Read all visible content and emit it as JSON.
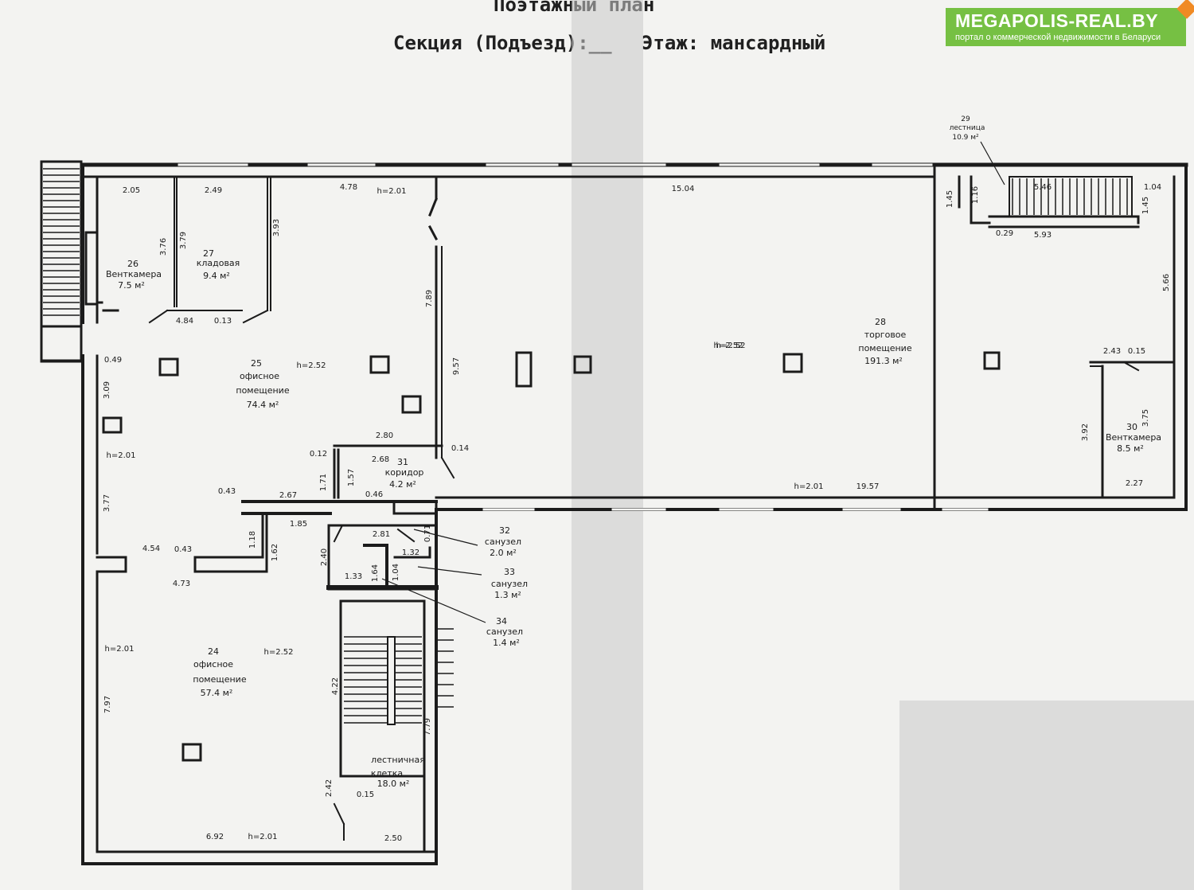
{
  "header": {
    "title": "Поэтажный план",
    "section_label": "Секция (Подъезд):__",
    "floor_label": "Этаж: мансардный"
  },
  "badge": {
    "brand": "MEGAPOLIS-REAL.BY",
    "tagline": "портал о коммерческой недвижимости в Беларуси",
    "color": "#76c043"
  },
  "rooms": [
    {
      "id": "r24",
      "number": "24",
      "name_l1": "офисное",
      "name_l2": "помещение",
      "area": "57.4 м²"
    },
    {
      "id": "r25",
      "number": "25",
      "name_l1": "офисное",
      "name_l2": "помещение",
      "area": "74.4 м²"
    },
    {
      "id": "r26",
      "number": "26",
      "name_l1": "Венткамера",
      "name_l2": "",
      "area": "7.5 м²"
    },
    {
      "id": "r27",
      "number": "27",
      "name_l1": "кладовая",
      "name_l2": "",
      "area": "9.4 м²"
    },
    {
      "id": "r28",
      "number": "28",
      "name_l1": "торговое",
      "name_l2": "помещение",
      "area": "191.3 м²"
    },
    {
      "id": "r29",
      "number": "29",
      "name_l1": "лестница",
      "name_l2": "",
      "area": "10.9 м²"
    },
    {
      "id": "r30",
      "number": "30",
      "name_l1": "Венткамера",
      "name_l2": "",
      "area": "8.5 м²"
    },
    {
      "id": "r31",
      "number": "31",
      "name_l1": "коридор",
      "name_l2": "",
      "area": "4.2 м²"
    },
    {
      "id": "r32",
      "number": "32",
      "name_l1": "санузел",
      "name_l2": "",
      "area": "2.0 м²"
    },
    {
      "id": "r33",
      "number": "33",
      "name_l1": "санузел",
      "name_l2": "",
      "area": "1.3 м²"
    },
    {
      "id": "r34",
      "number": "34",
      "name_l1": "санузел",
      "name_l2": "",
      "area": "1.4 м²"
    },
    {
      "id": "stair",
      "number": "",
      "name_l1": "лестничная",
      "name_l2": "клетка",
      "area": "18.0 м²"
    }
  ],
  "dimensions": [
    "2.05",
    "2.49",
    "4.78",
    "h=2.01",
    "15.04",
    "3.76",
    "3.79",
    "3.93",
    "4.84",
    "0.13",
    "7.89",
    "9.57",
    "h=2.52",
    "h=2.52",
    "0.49",
    "3.09",
    "h=2.01",
    "3.77",
    "2.80",
    "0.12",
    "1.71",
    "1.57",
    "2.68",
    "0.14",
    "0.43",
    "2.67",
    "0.46",
    "1.85",
    "1.18",
    "1.62",
    "4.54",
    "0.43",
    "4.73",
    "2.40",
    "2.81",
    "0.71",
    "1.32",
    "1.33",
    "1.64",
    "1.04",
    "h=2.01",
    "7.97",
    "h=2.52",
    "4.22",
    "7.79",
    "2.42",
    "0.15",
    "6.92",
    "h=2.01",
    "2.50",
    "h=2.52",
    "h=2.01",
    "19.57",
    "1.16",
    "1.45",
    "5.46",
    "1.04",
    "1.45",
    "0.29",
    "5.93",
    "5.66",
    "2.43",
    "0.15",
    "3.92",
    "3.75",
    "2.27"
  ]
}
